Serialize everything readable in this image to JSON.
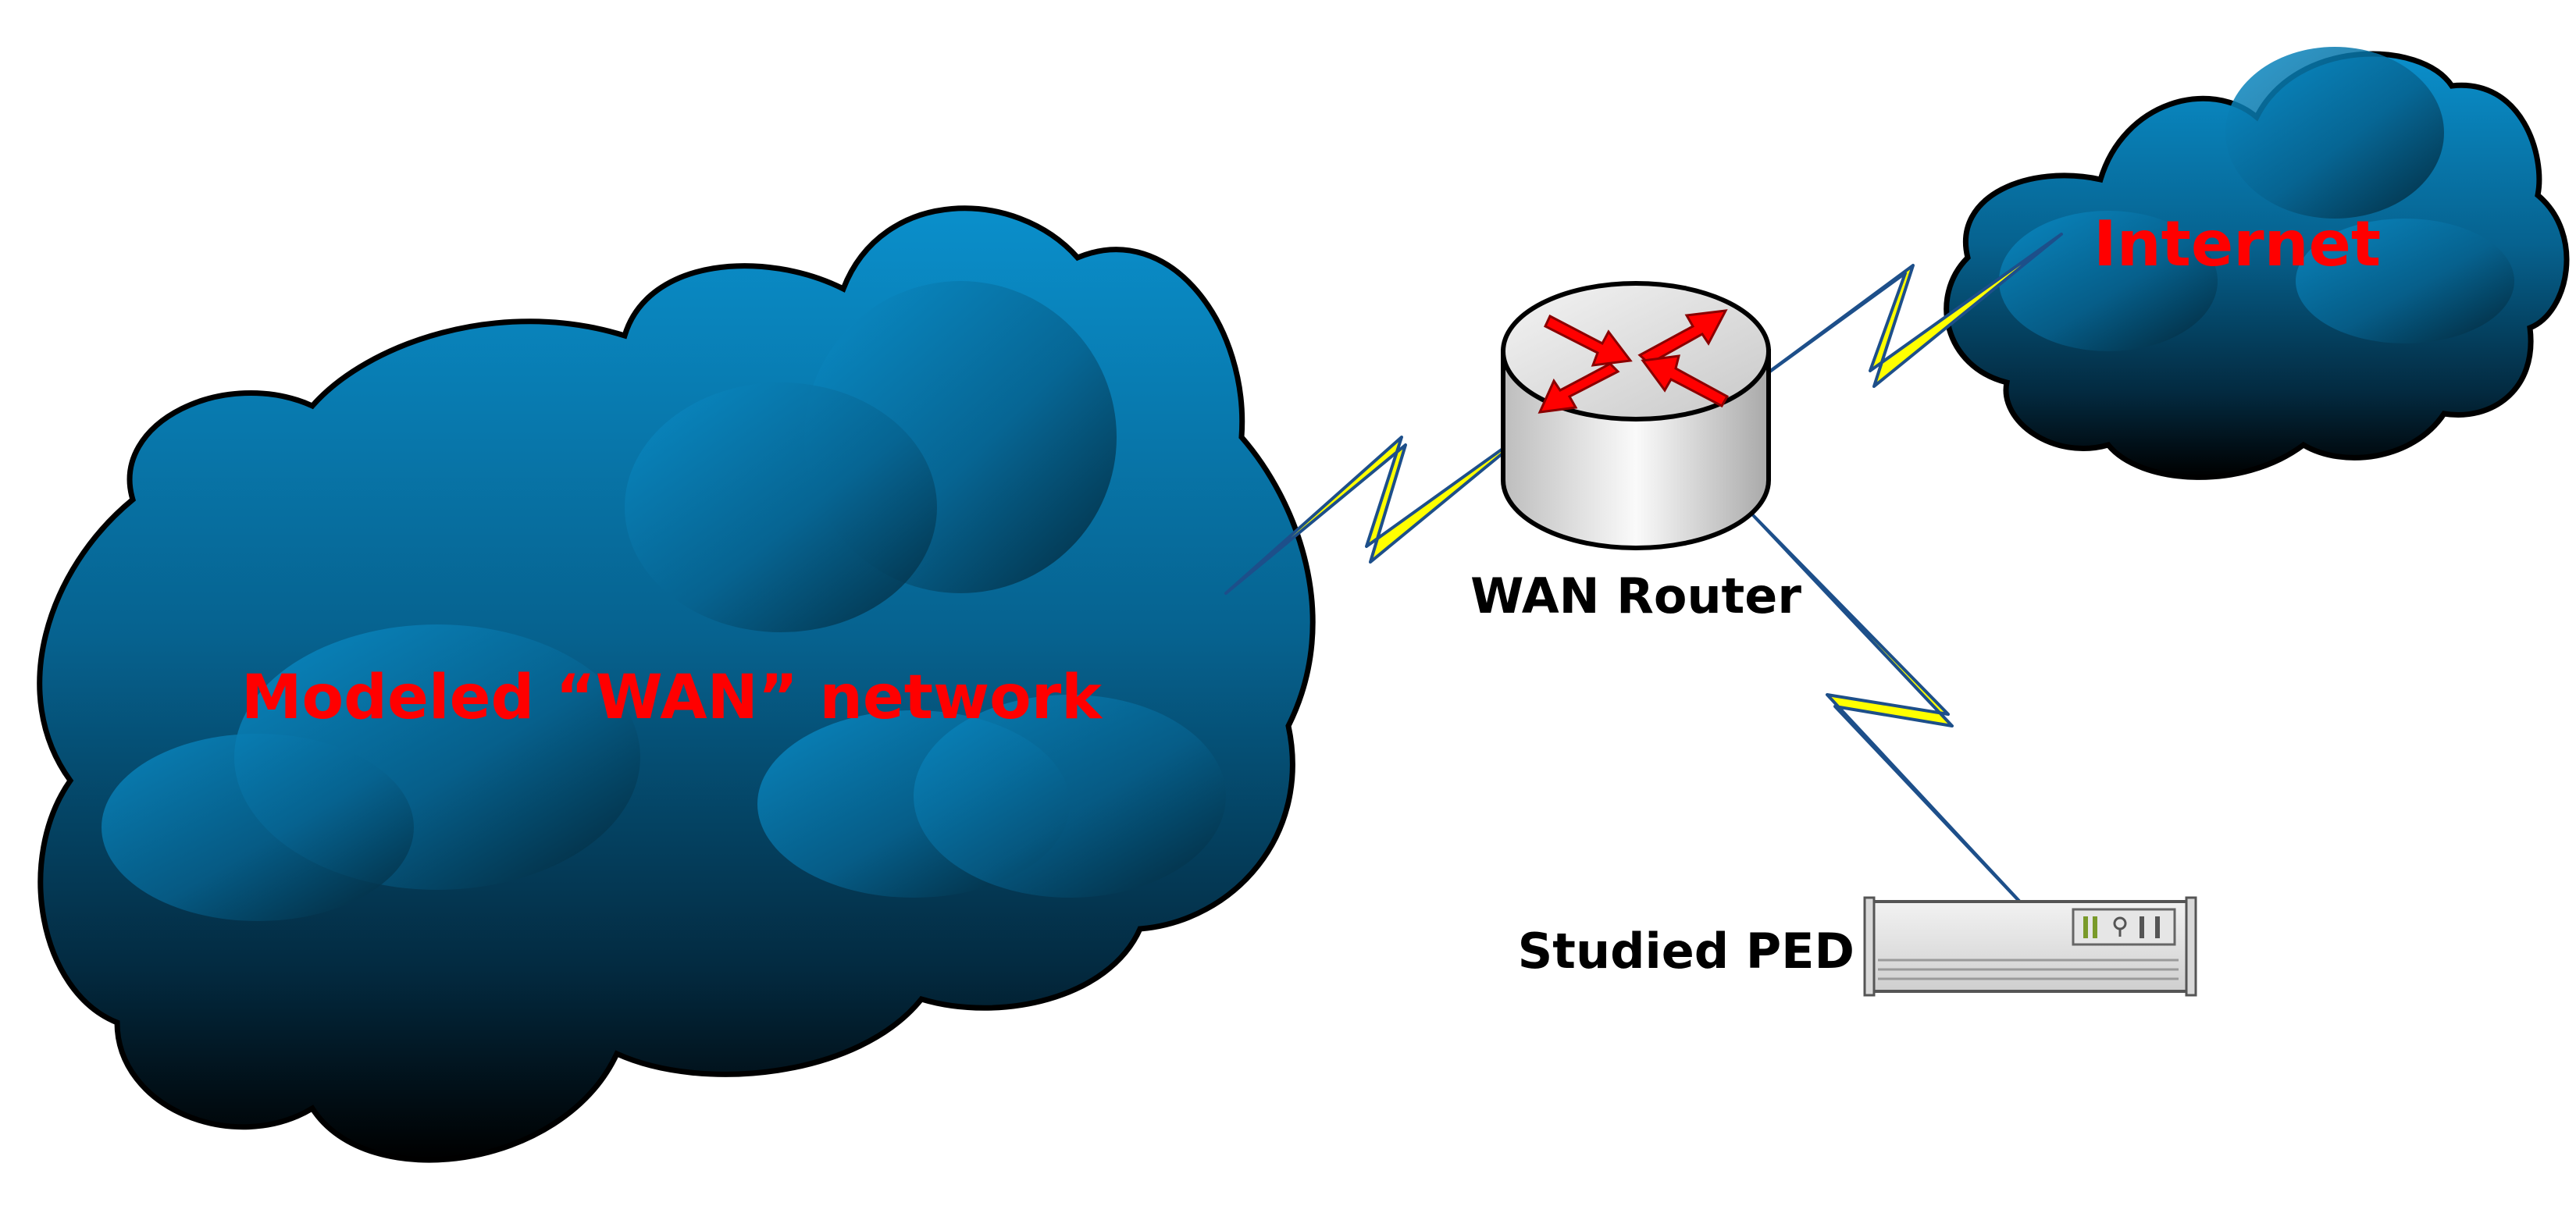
{
  "wan_cloud": {
    "label": "Modeled “WAN” network",
    "label_color": "#ff0000"
  },
  "internet_cloud": {
    "label": "Internet",
    "label_color": "#ff0000"
  },
  "router": {
    "label": "WAN Router",
    "icon": "router-icon",
    "arrow_color": "#ff0000"
  },
  "ped": {
    "label": "Studied PED",
    "icon": "rack-server-icon"
  },
  "links": {
    "color": "#ffff00",
    "outline": "#1d4f8a",
    "style": "lightning-bolt"
  },
  "colors": {
    "cloud_light": "#0a8ac4",
    "cloud_dark": "#000000",
    "cloud_outline": "#000000"
  }
}
